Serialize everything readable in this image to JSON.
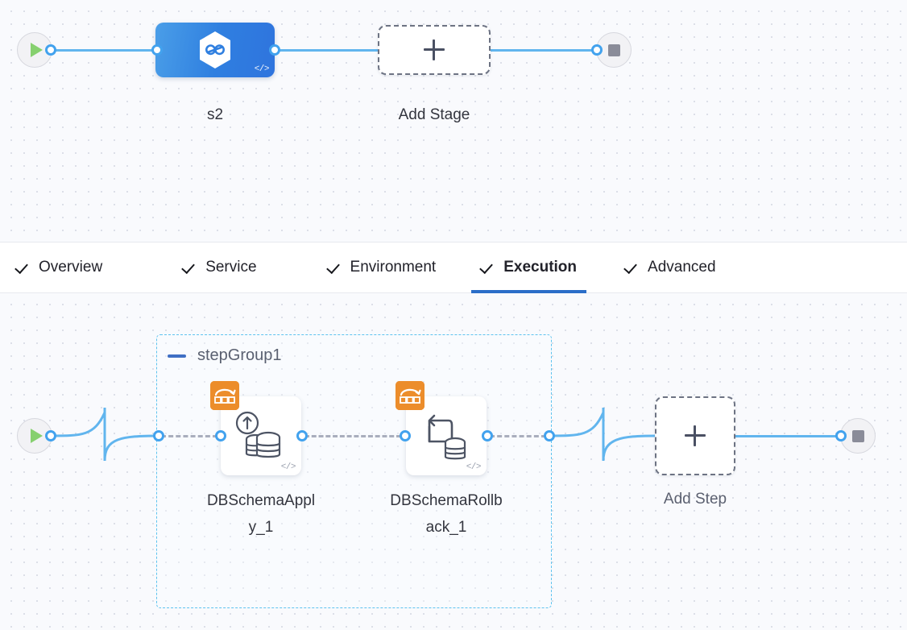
{
  "pipeline": {
    "top_pane": {
      "start_node": {
        "icon": "play-icon",
        "name": "pipeline-start"
      },
      "stage": {
        "label": "s2",
        "icon": "harness-hexagon-icon",
        "code_badge": "</>",
        "color": "#2f7fe0"
      },
      "add_stage": {
        "label": "Add Stage",
        "icon": "plus-icon"
      },
      "end_node": {
        "icon": "stop-icon",
        "name": "pipeline-end"
      }
    },
    "tabs": [
      {
        "label": "Overview",
        "checked": true,
        "active": false
      },
      {
        "label": "Service",
        "checked": true,
        "active": false
      },
      {
        "label": "Environment",
        "checked": true,
        "active": false
      },
      {
        "label": "Execution",
        "checked": true,
        "active": true
      },
      {
        "label": "Advanced",
        "checked": true,
        "active": false
      }
    ],
    "active_tab_color": "#2b6ec8",
    "bottom_pane": {
      "start_node": {
        "icon": "play-icon",
        "name": "execution-start"
      },
      "step_group": {
        "title": "stepGroup1",
        "collapse_icon": "minus-icon",
        "border_color": "#5ec3ef",
        "steps": [
          {
            "label": "DBSchemaApply_1",
            "label_line1": "DBSchemaAppl",
            "label_line2": "y_1",
            "badge_icon": "db-migration-icon",
            "badge_color": "#ec8d2b",
            "glyph_icon": "database-apply-icon",
            "code_badge": "</>"
          },
          {
            "label": "DBSchemaRollback_1",
            "label_line1": "DBSchemaRollb",
            "label_line2": "ack_1",
            "badge_icon": "db-migration-icon",
            "badge_color": "#ec8d2b",
            "glyph_icon": "database-rollback-icon",
            "code_badge": "</>"
          }
        ]
      },
      "add_step": {
        "label": "Add Step",
        "icon": "plus-icon"
      },
      "end_node": {
        "icon": "stop-icon",
        "name": "execution-end"
      }
    }
  }
}
